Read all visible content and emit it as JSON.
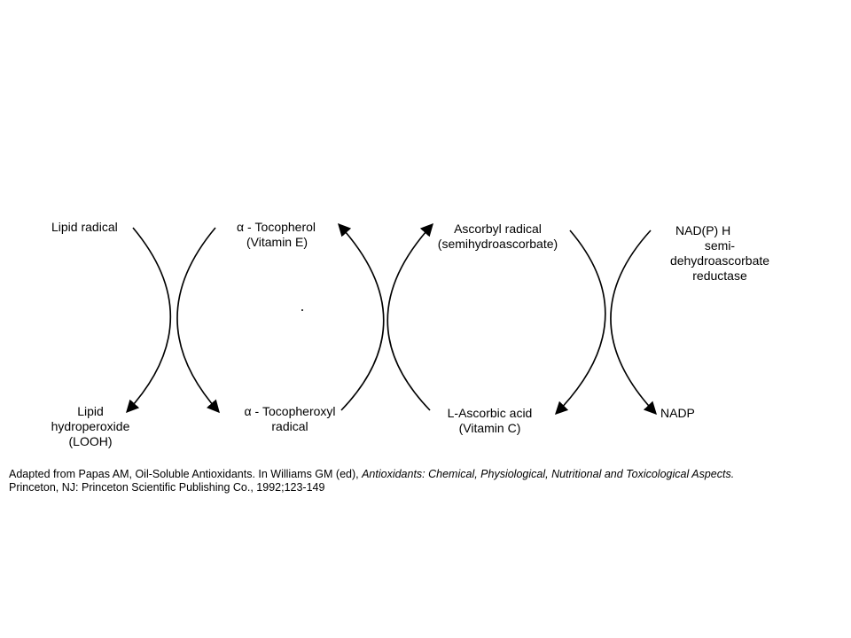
{
  "labels": {
    "lipid_radical": "Lipid radical",
    "tocopherol": [
      "α - Tocopherol",
      "(Vitamin E)"
    ],
    "ascorbyl_radical": [
      "Ascorbyl radical",
      "(semihydroascorbate)"
    ],
    "nadph": [
      "NAD(P) H",
      "semi-",
      "dehydroascorbate",
      "reductase"
    ],
    "lipid_hydroperoxide": [
      "Lipid",
      "hydroperoxide",
      "(LOOH)"
    ],
    "tocopheroxyl": [
      "α - Tocopheroxyl",
      "radical"
    ],
    "ascorbic_acid": [
      "L-Ascorbic acid",
      "(Vitamin C)"
    ],
    "nadp": "NADP"
  },
  "citation": {
    "part1": "Adapted from Papas AM, Oil-Soluble Antioxidants. In Williams GM (ed), ",
    "title": "Antioxidants: Chemical, Physiological, Nutritional and Toxicological Aspects.",
    "part2": " Princeton, NJ: Princeton Scientific Publishing Co., 1992;123-149"
  }
}
